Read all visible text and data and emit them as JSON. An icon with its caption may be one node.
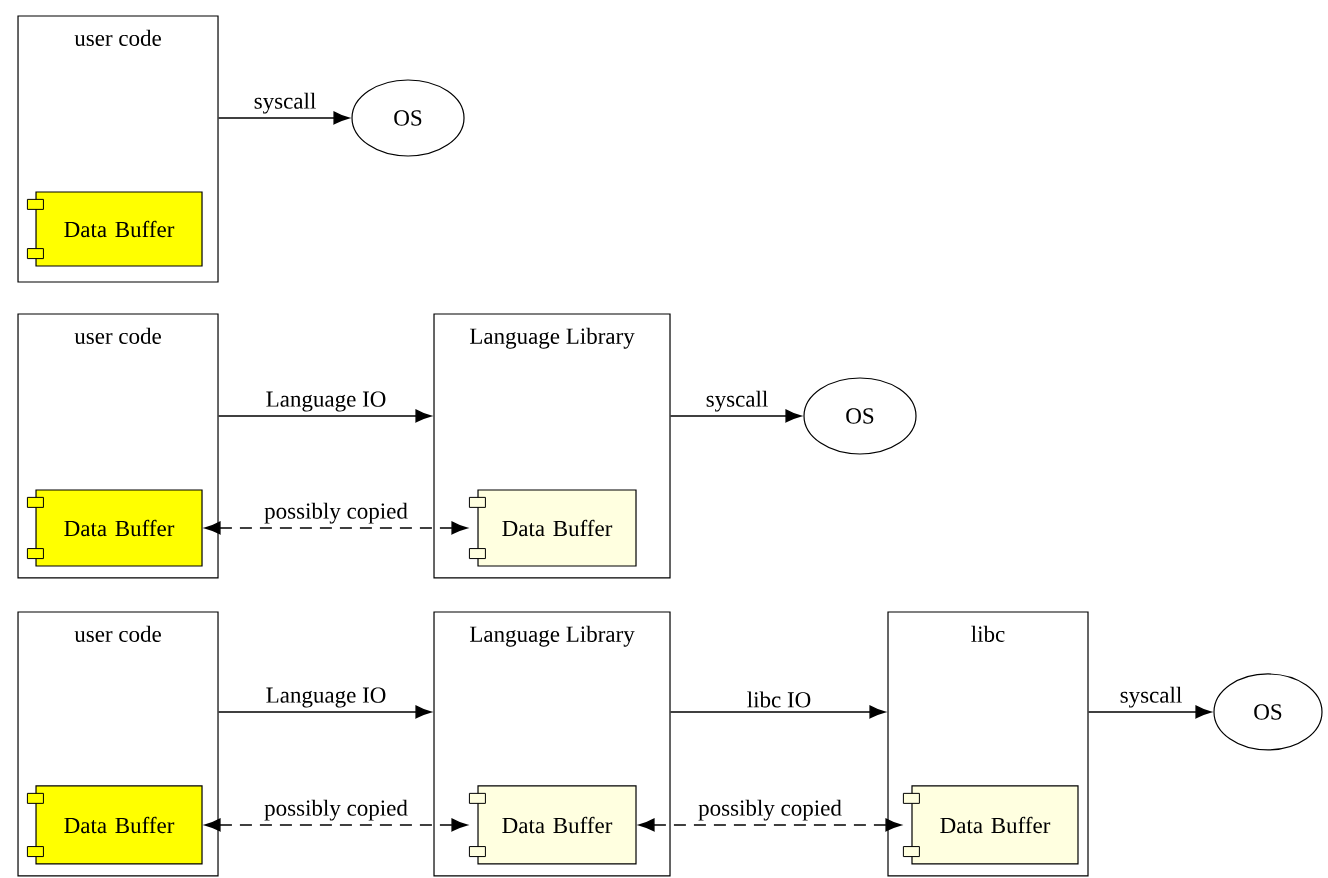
{
  "diagram": {
    "nodes": [
      {
        "text": [
          "user code"
        ]
      },
      {
        "text": [
          "Data Buffer"
        ],
        "in": 0
      },
      {
        "text": [
          "OS"
        ]
      },
      {
        "text": [
          "user code"
        ]
      },
      {
        "text": [
          "Data Buffer"
        ],
        "in": 3
      },
      {
        "text": [
          "Language Library"
        ]
      },
      {
        "text": [
          "Data Buffer"
        ],
        "in": 5
      },
      {
        "text": [
          "OS"
        ]
      },
      {
        "text": [
          "user code"
        ]
      },
      {
        "text": [
          "Data Buffer"
        ],
        "in": 8
      },
      {
        "text": [
          "Language Library"
        ]
      },
      {
        "text": [
          "Data Buffer"
        ],
        "in": 10
      },
      {
        "text": [
          "libc"
        ]
      },
      {
        "text": [
          "Data Buffer"
        ],
        "in": 12
      },
      {
        "text": [
          "OS"
        ]
      }
    ],
    "edges": [
      {
        "from": 0,
        "to": 2,
        "arrow": "to",
        "label": "syscall"
      },
      {
        "from": 3,
        "to": 5,
        "arrow": "to",
        "label": "Language IO"
      },
      {
        "from": 4,
        "to": 6,
        "arrow": "both",
        "label": "possibly copied",
        "style": "dashed"
      },
      {
        "from": 5,
        "to": 7,
        "arrow": "to",
        "label": "syscall"
      },
      {
        "from": 8,
        "to": 10,
        "arrow": "to",
        "label": "Language IO"
      },
      {
        "from": 9,
        "to": 11,
        "arrow": "both",
        "label": "possibly copied",
        "style": "dashed"
      },
      {
        "from": 10,
        "to": 12,
        "arrow": "to",
        "label": "libc IO"
      },
      {
        "from": 11,
        "to": 13,
        "arrow": "both",
        "label": "possibly copied",
        "style": "dashed"
      },
      {
        "from": 12,
        "to": 14,
        "arrow": "to",
        "label": "syscall"
      }
    ]
  }
}
